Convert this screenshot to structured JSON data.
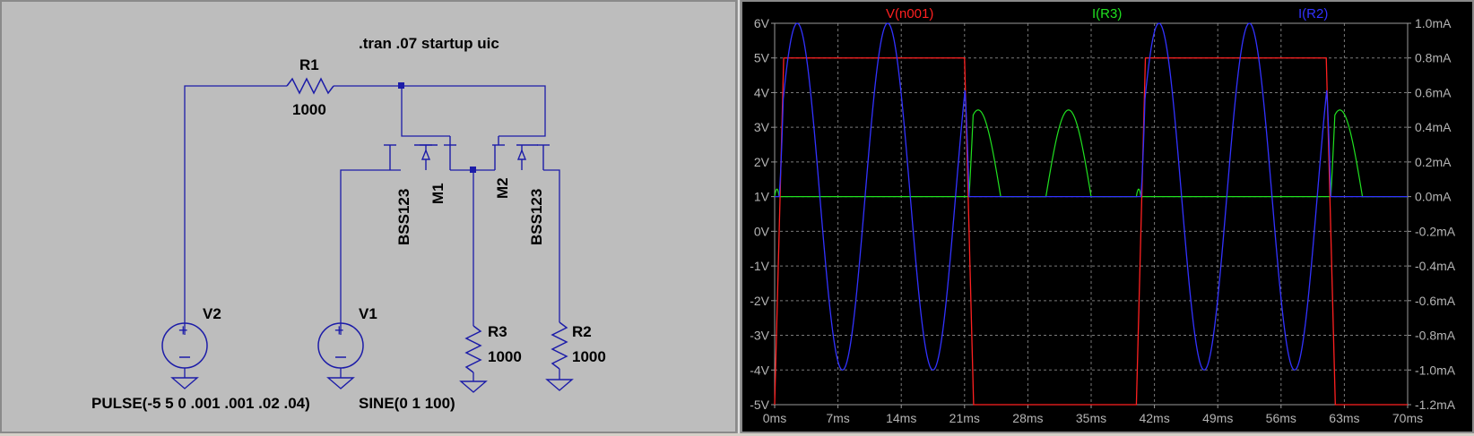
{
  "schematic": {
    "directive": ".tran .07 startup uic",
    "components": {
      "r1": {
        "name": "R1",
        "value": "1000"
      },
      "r2": {
        "name": "R2",
        "value": "1000"
      },
      "r3": {
        "name": "R3",
        "value": "1000"
      },
      "m1": {
        "name": "M1",
        "model": "BSS123"
      },
      "m2": {
        "name": "M2",
        "model": "BSS123"
      },
      "v1": {
        "name": "V1",
        "value": "SINE(0 1 100)"
      },
      "v2": {
        "name": "V2",
        "value": "PULSE(-5 5 0 .001 .001 .02 .04)"
      }
    },
    "colors": {
      "background": "#bdbdbd",
      "wire": "#1c1ca8",
      "junction": "#1c1ca8",
      "component": "#1c1ca8",
      "text": "#000000"
    }
  },
  "chart_data": {
    "type": "line",
    "colors": {
      "background": "#000000",
      "grid": "#7a7a7a",
      "axis_text": "#b4b4b4"
    },
    "x_ticks": [
      "0ms",
      "7ms",
      "14ms",
      "21ms",
      "28ms",
      "35ms",
      "42ms",
      "49ms",
      "56ms",
      "63ms",
      "70ms"
    ],
    "y_left_ticks": [
      "6V",
      "5V",
      "4V",
      "3V",
      "2V",
      "1V",
      "0V",
      "-1V",
      "-2V",
      "-3V",
      "-4V",
      "-5V"
    ],
    "y_right_ticks": [
      "1.0mA",
      "0.8mA",
      "0.6mA",
      "0.4mA",
      "0.2mA",
      "0.0mA",
      "-0.2mA",
      "-0.4mA",
      "-0.6mA",
      "-0.8mA",
      "-1.0mA",
      "-1.2mA"
    ],
    "xlim_ms": [
      0,
      70
    ],
    "ylim_left_V": [
      -5,
      6
    ],
    "ylim_right_mA": [
      -1.2,
      1.0
    ],
    "series": [
      {
        "name": "V(n001)",
        "color": "#ff2020",
        "axis": "left",
        "waveform": "pulse",
        "low": -5,
        "high": 5,
        "delay_ms": 0,
        "rise_ms": 1,
        "fall_ms": 1,
        "on_ms": 20,
        "period_ms": 40
      },
      {
        "name": "I(R3)",
        "color": "#20e020",
        "axis": "right",
        "waveform": "half-sine gated by V(n001) low",
        "peak_mA": 0.5,
        "freq_hz": 100
      },
      {
        "name": "I(R2)",
        "color": "#3232ff",
        "axis": "right",
        "waveform": "sine gated by V(n001) high",
        "amplitude_mA": 1.0,
        "freq_hz": 100
      }
    ]
  }
}
